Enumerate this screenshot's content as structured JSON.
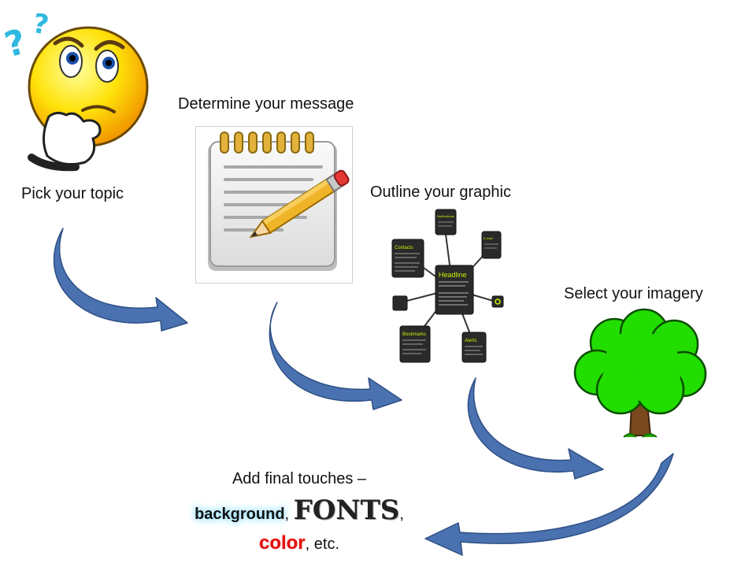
{
  "steps": {
    "topic": "Pick your topic",
    "message": "Determine your message",
    "graphic": "Outline your graphic",
    "imagery": "Select your imagery"
  },
  "final": {
    "heading": "Add final touches –",
    "background": "background",
    "comma1": ",",
    "fonts": "FONTS",
    "comma2": ",",
    "color": "color",
    "etc": ", etc."
  },
  "mindmap": {
    "center": "Headline",
    "nodes": [
      "Contacts",
      "Notifications",
      "E-mail",
      "Bookmarks",
      "Alerts"
    ]
  },
  "colors": {
    "arrow": "#4a72b0",
    "tree": "#22dd00",
    "color_word": "#e01010",
    "glow": "#9fe3ff"
  },
  "icons": [
    "thinking-face-icon",
    "notepad-pencil-icon",
    "mindmap-icon",
    "tree-icon"
  ]
}
